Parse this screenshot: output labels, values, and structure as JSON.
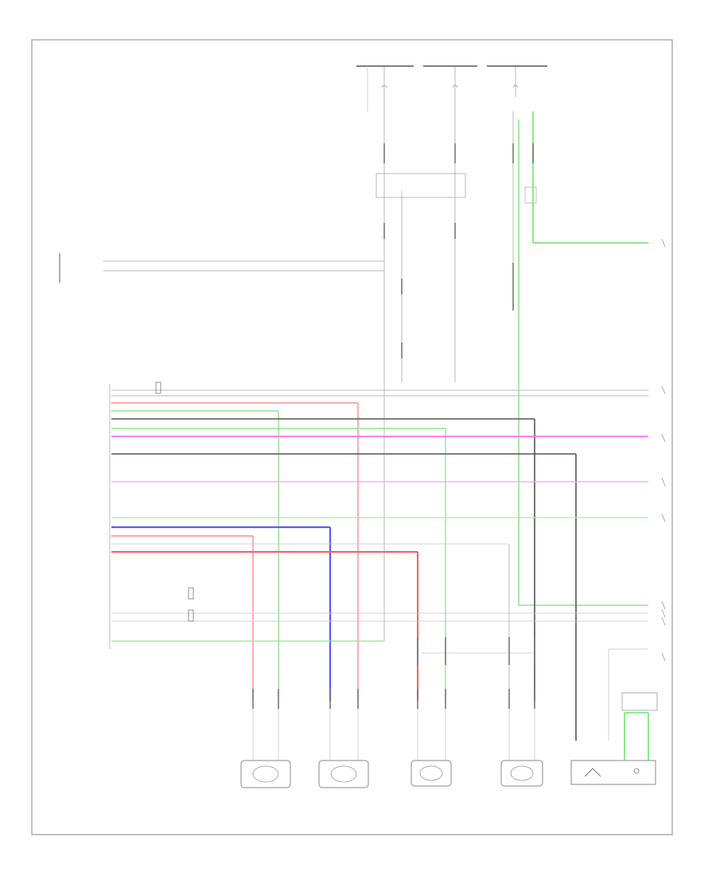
{
  "diagram": {
    "title": "",
    "page_ref": "",
    "colors": {
      "frame": "#9a9a9a",
      "gray_wire": "#b9b9b9",
      "green": "#8ee88e",
      "red": "#ff6a6a",
      "pink": "#ff6eff",
      "blue": "#5a5aff",
      "dark": "#555555"
    },
    "components": [
      {
        "id": "fuse-1",
        "icon": "fuse-icon",
        "label": ""
      },
      {
        "id": "fuse-2",
        "icon": "fuse-icon",
        "label": ""
      },
      {
        "id": "fuse-3",
        "icon": "fuse-icon",
        "label": ""
      },
      {
        "id": "junction-connector",
        "icon": "junction-block-icon",
        "label": ""
      },
      {
        "id": "relay",
        "icon": "relay-icon",
        "label": ""
      },
      {
        "id": "ecu",
        "icon": "ecu-block-icon",
        "label": ""
      },
      {
        "id": "lf-speed-sensor",
        "icon": "speed-sensor-icon",
        "label": ""
      },
      {
        "id": "rf-speed-sensor",
        "icon": "speed-sensor-icon",
        "label": ""
      },
      {
        "id": "lr-speed-sensor",
        "icon": "speed-sensor-icon",
        "label": ""
      },
      {
        "id": "rr-speed-sensor",
        "icon": "speed-sensor-icon",
        "label": ""
      },
      {
        "id": "switch",
        "icon": "switch-icon",
        "label": ""
      }
    ]
  }
}
